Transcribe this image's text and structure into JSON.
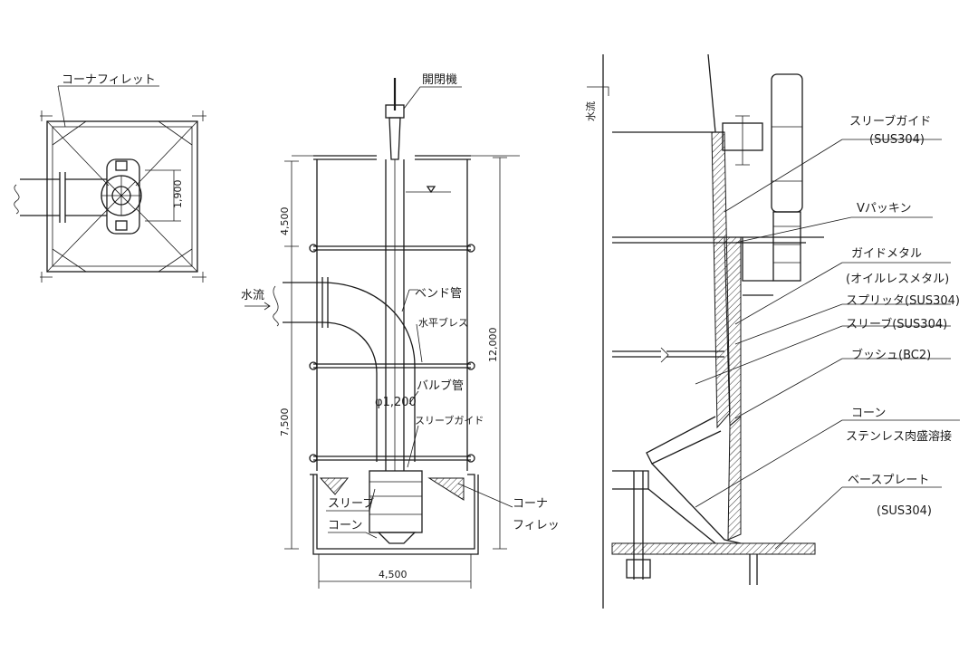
{
  "plan_view": {
    "corner_fillet_label": "コーナフィレット",
    "dimension_1900": "1,900"
  },
  "elevation_view": {
    "operator_label": "開閉機",
    "water_flow_label": "水流",
    "bend_pipe_label": "ベンド管",
    "horizontal_brace_label": "水平ブレス",
    "valve_pipe_label": "バルブ管",
    "diameter_label": "φ1,200",
    "sleeve_guide_label": "スリーブガイド",
    "sleeve_label": "スリーブ",
    "cone_label": "コーン",
    "corner_label_line1": "コーナ",
    "corner_label_line2": "フィレッ",
    "dim_upper": "4,500",
    "dim_lower": "7,500",
    "dim_total": "12,000",
    "dim_width": "4,500"
  },
  "detail_view": {
    "water_flow_label": "水流",
    "labels": [
      "スリーブガイド",
      "(SUS304)",
      "Vパッキン",
      "ガイドメタル",
      "(オイルレスメタル)",
      "スプリッタ(SUS304)",
      "スリーブ(SUS304)",
      "ブッシュ(BC2)",
      "コーン",
      "ステンレス肉盛溶接",
      "ベースプレート",
      "(SUS304)"
    ]
  }
}
